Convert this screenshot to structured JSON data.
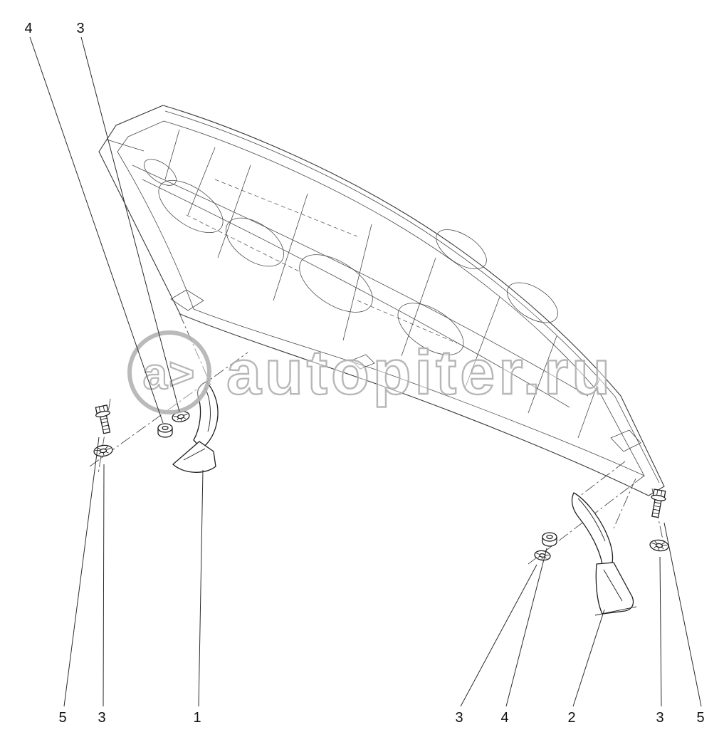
{
  "watermark": {
    "logo": "a>",
    "text": "autopiter.ru"
  },
  "callouts": {
    "top": [
      {
        "label": "4"
      },
      {
        "label": "3"
      }
    ],
    "bottom": [
      {
        "label": "5"
      },
      {
        "label": "3"
      },
      {
        "label": "1"
      },
      {
        "label": "3"
      },
      {
        "label": "4"
      },
      {
        "label": "2"
      },
      {
        "label": "3"
      },
      {
        "label": "5"
      }
    ]
  }
}
